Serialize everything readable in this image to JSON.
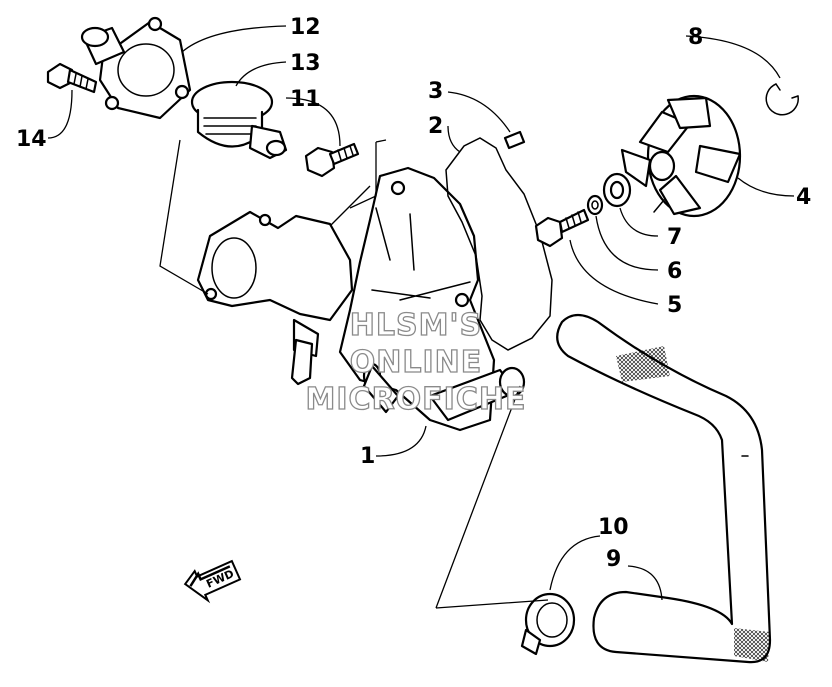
{
  "callouts": [
    "1",
    "2",
    "3",
    "4",
    "5",
    "6",
    "7",
    "8",
    "9",
    "10",
    "11",
    "12",
    "13",
    "14"
  ],
  "direction_label": "FWD",
  "watermark": [
    "HLSM'S",
    "ONLINE",
    "MICROFICHE"
  ]
}
